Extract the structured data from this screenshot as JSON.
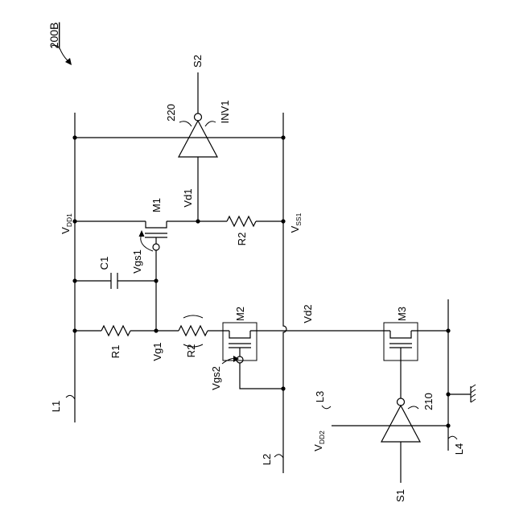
{
  "figure": "200B",
  "nodes": {
    "s1": "S1",
    "s2": "S2",
    "l1": "L1",
    "l2": "L2",
    "l3": "L3",
    "l4": "L4",
    "vdd1": {
      "main": "V",
      "sub": "DD1"
    },
    "vss1": {
      "main": "V",
      "sub": "SS1"
    },
    "vdd2": {
      "main": "V",
      "sub": "DD2"
    },
    "vd1": "Vd1",
    "vd2": "Vd2",
    "vg1": "Vg1",
    "vgs1": "Vgs1",
    "vgs2": "Vgs2"
  },
  "components": {
    "m1": "M1",
    "m2": "M2",
    "m3": "M3",
    "r1": "R1",
    "r2_top": "R2",
    "r2_bottom": "R2",
    "c1": "C1",
    "inv1": "INV1",
    "ref_220": "220",
    "ref_210": "210"
  }
}
